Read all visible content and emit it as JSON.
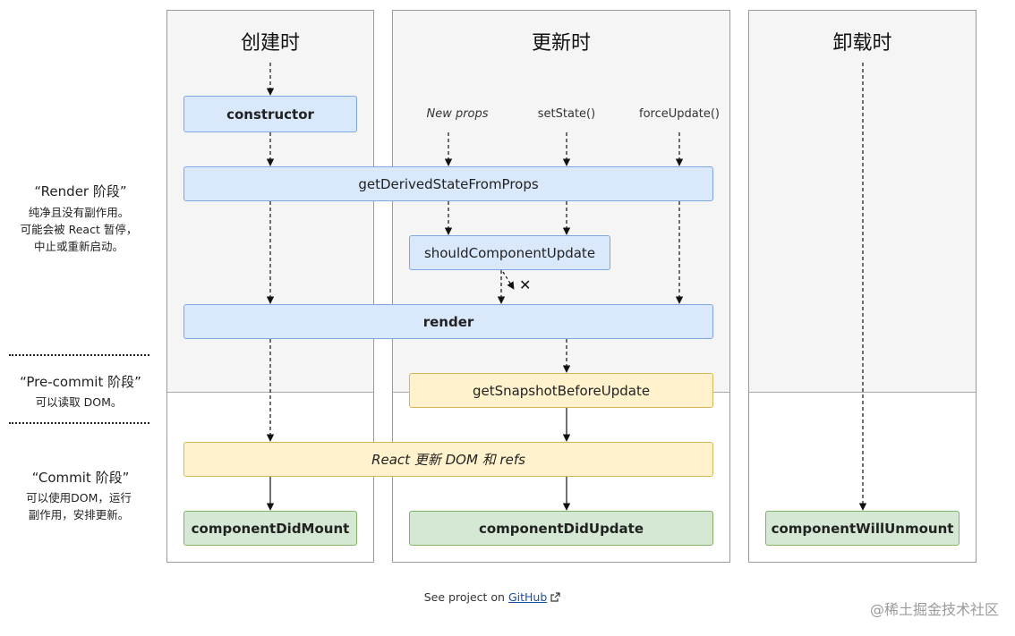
{
  "columns": {
    "mount": {
      "title": "创建时"
    },
    "update": {
      "title": "更新时"
    },
    "unmount": {
      "title": "卸载时"
    }
  },
  "triggers": {
    "new_props": "New props",
    "set_state": "setState()",
    "force_update": "forceUpdate()"
  },
  "nodes": {
    "constructor": "constructor",
    "get_derived": "getDerivedStateFromProps",
    "should_update": "shouldComponentUpdate",
    "render": "render",
    "get_snapshot": "getSnapshotBeforeUpdate",
    "react_update": "React 更新 DOM 和 refs",
    "did_mount": "componentDidMount",
    "did_update": "componentDidUpdate",
    "will_unmount": "componentWillUnmount"
  },
  "cancel_mark": "✕",
  "stages": {
    "render": {
      "title": "“Render 阶段”",
      "desc": [
        "纯净且没有副作用。",
        "可能会被 React 暂停，",
        "中止或重新启动。"
      ]
    },
    "precommit": {
      "title": "“Pre-commit 阶段”",
      "desc": [
        "可以读取 DOM。"
      ]
    },
    "commit": {
      "title": "“Commit 阶段”",
      "desc": [
        "可以使用DOM，运行",
        "副作用，安排更新。"
      ]
    }
  },
  "footer": {
    "prefix": "See project on",
    "link": "GitHub",
    "link_icon": "external-link-icon"
  },
  "watermark": "@稀土掘金技术社区",
  "colors": {
    "render_box": "#dae8fc",
    "commit_prep_box": "#fff2cc",
    "commit_box": "#d5e8d4",
    "column_top": "#f5f5f5"
  }
}
